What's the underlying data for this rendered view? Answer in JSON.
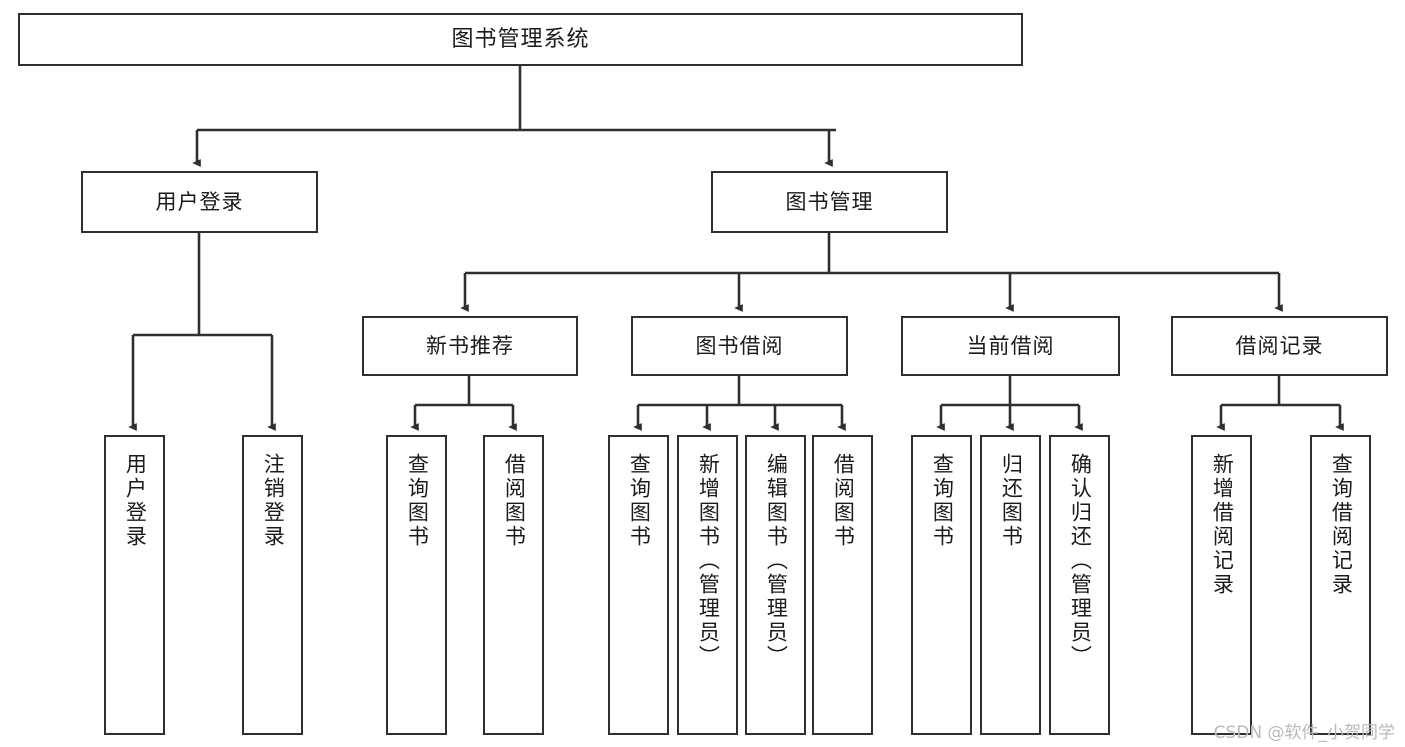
{
  "diagram": {
    "type": "tree",
    "title": "图书管理系统",
    "root": {
      "id": "root",
      "label": "图书管理系统"
    },
    "level2": [
      {
        "id": "login",
        "label": "用户登录"
      },
      {
        "id": "bookmgmt",
        "label": "图书管理"
      }
    ],
    "level3": [
      {
        "id": "newbook",
        "label": "新书推荐"
      },
      {
        "id": "borrow",
        "label": "图书借阅"
      },
      {
        "id": "current",
        "label": "当前借阅"
      },
      {
        "id": "record",
        "label": "借阅记录"
      }
    ],
    "leaves": [
      {
        "id": "leaf-user-login",
        "label": "用户登录",
        "parent": "login"
      },
      {
        "id": "leaf-user-logout",
        "label": "注销登录",
        "parent": "login"
      },
      {
        "id": "leaf-new-query",
        "label": "查询图书",
        "parent": "newbook"
      },
      {
        "id": "leaf-new-borrow",
        "label": "借阅图书",
        "parent": "newbook"
      },
      {
        "id": "leaf-borrow-query",
        "label": "查询图书",
        "parent": "borrow"
      },
      {
        "id": "leaf-borrow-add",
        "label": "新增图书（管理员）",
        "parent": "borrow"
      },
      {
        "id": "leaf-borrow-edit",
        "label": "编辑图书（管理员）",
        "parent": "borrow"
      },
      {
        "id": "leaf-borrow-lend",
        "label": "借阅图书",
        "parent": "borrow"
      },
      {
        "id": "leaf-cur-query",
        "label": "查询图书",
        "parent": "current"
      },
      {
        "id": "leaf-cur-return",
        "label": "归还图书",
        "parent": "current"
      },
      {
        "id": "leaf-cur-confirm",
        "label": "确认归还（管理员）",
        "parent": "current"
      },
      {
        "id": "leaf-rec-add",
        "label": "新增借阅记录",
        "parent": "record"
      },
      {
        "id": "leaf-rec-query",
        "label": "查询借阅记录",
        "parent": "record"
      }
    ],
    "colors": {
      "border": "#2f2f2f",
      "line": "#2f2f2f",
      "background": "#ffffff",
      "text": "#1b1b1b",
      "watermark": "#b9b9b9"
    }
  },
  "watermark": {
    "text": "CSDN @软件_小贺同学"
  }
}
